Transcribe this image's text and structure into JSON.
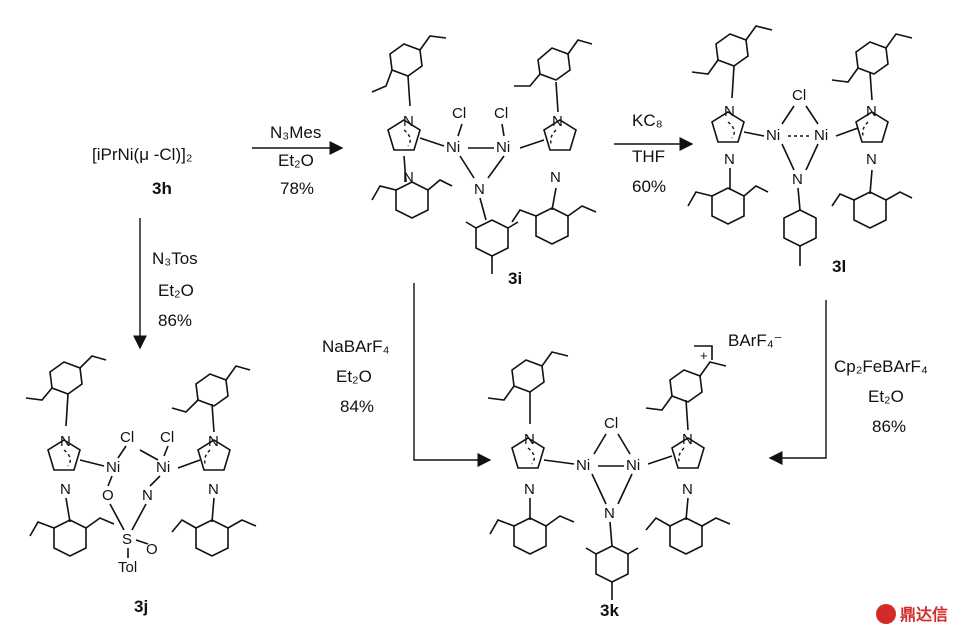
{
  "reactions": {
    "r1": {
      "line1": "N₃Mes",
      "line2": "Et₂O",
      "yield": "78%"
    },
    "r2": {
      "line1": "KC₈",
      "line2": "THF",
      "yield": "60%"
    },
    "r3": {
      "line1": "N₃Tos",
      "line2": "Et₂O",
      "yield": "86%"
    },
    "r4": {
      "line1": "NaBArF₄",
      "line2": "Et₂O",
      "yield": "84%"
    },
    "r5": {
      "line1": "Cp₂FeBArF₄",
      "line2": "Et₂O",
      "yield": "86%"
    }
  },
  "compounds": {
    "c3h": {
      "formula": "[iPrNi(μ -Cl)]₂",
      "label": "3h"
    },
    "c3i": {
      "label": "3i"
    },
    "c3l": {
      "label": "3l"
    },
    "c3j": {
      "label": "3j"
    },
    "c3k": {
      "label": "3k",
      "charge": "+",
      "counterion": "BArF₄⁻"
    }
  },
  "atoms": {
    "ni": "Ni",
    "cl": "Cl",
    "n": "N",
    "o": "O",
    "s": "S",
    "tol": "Tol"
  },
  "watermark": "鼎达信"
}
